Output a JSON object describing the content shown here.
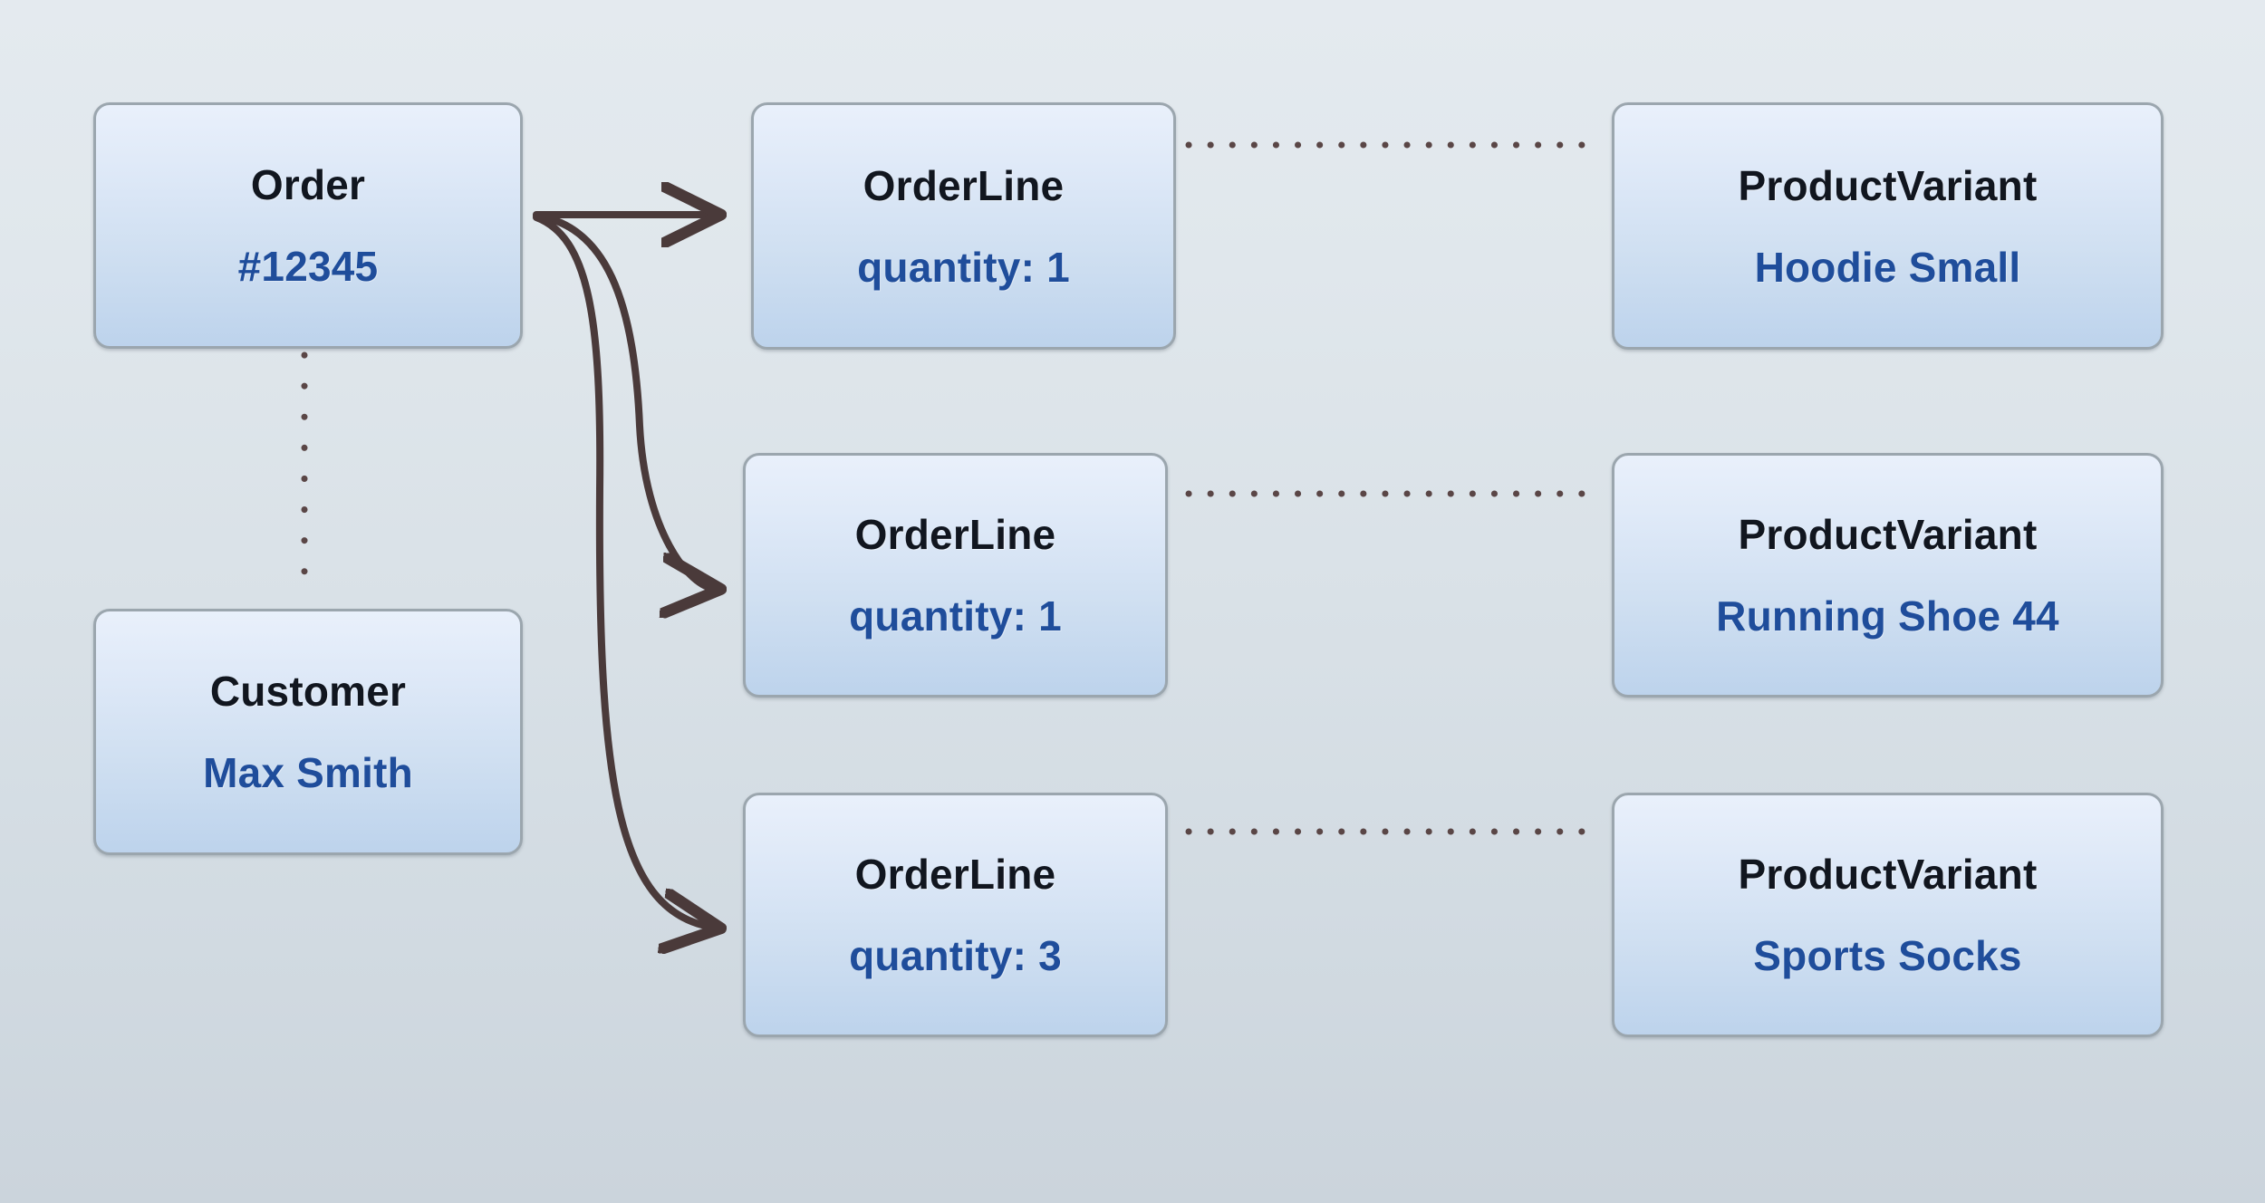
{
  "diagram": {
    "type": "entity-relationship-instance-diagram",
    "background_top_color": "#e4eaef",
    "background_bottom_color": "#cbd4dc",
    "node_border_color": "#9ba6ae",
    "node_fill_top_color": "#e9f0fb",
    "node_fill_bottom_color": "#bdd3ec",
    "title_text_color": "#11161f",
    "value_text_color": "#1f4d9b",
    "edge_color": "#4a3a3a"
  },
  "nodes": {
    "order": {
      "title": "Order",
      "value": "#12345"
    },
    "customer": {
      "title": "Customer",
      "value": "Max Smith"
    },
    "order_lines": [
      {
        "title": "OrderLine",
        "value": "quantity: 1"
      },
      {
        "title": "OrderLine",
        "value": "quantity: 1"
      },
      {
        "title": "OrderLine",
        "value": "quantity: 3"
      }
    ],
    "product_variants": [
      {
        "title": "ProductVariant",
        "value": "Hoodie Small"
      },
      {
        "title": "ProductVariant",
        "value": "Running Shoe 44"
      },
      {
        "title": "ProductVariant",
        "value": "Sports Socks"
      }
    ]
  },
  "edges": [
    {
      "from": "order",
      "to": "order_line_1",
      "style": "solid-arrow"
    },
    {
      "from": "order",
      "to": "order_line_2",
      "style": "solid-arrow"
    },
    {
      "from": "order",
      "to": "order_line_3",
      "style": "solid-arrow"
    },
    {
      "from": "order",
      "to": "customer",
      "style": "dotted"
    },
    {
      "from": "order_line_1",
      "to": "product_variant_1",
      "style": "dotted"
    },
    {
      "from": "order_line_2",
      "to": "product_variant_2",
      "style": "dotted"
    },
    {
      "from": "order_line_3",
      "to": "product_variant_3",
      "style": "dotted"
    }
  ]
}
